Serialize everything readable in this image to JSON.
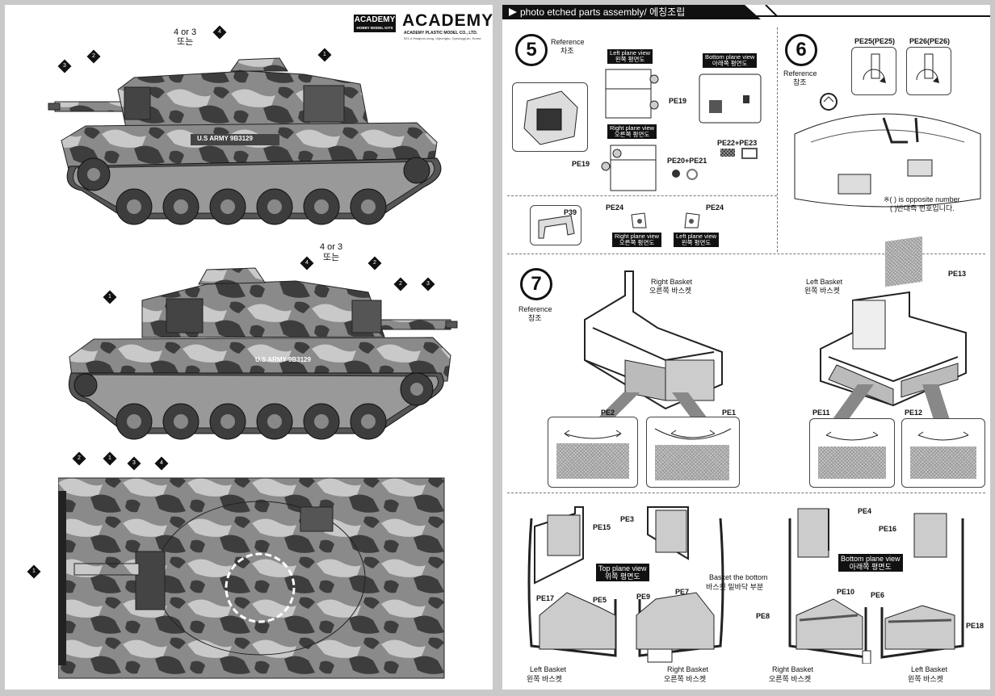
{
  "brand": {
    "logo_text": "ACADEMY",
    "logo_sub": "HOBBY MODEL KITS",
    "wordmark": "ACADEMY",
    "company": "ACADEMY PLASTIC MODEL CO., LTD.",
    "address": "521-4 Hwajeon-dong, Uijeongbu, Gyeonggi-do, Korea"
  },
  "left_page": {
    "callout_4_or_3_top": "4 or 3",
    "callout_ttoneun_top": "또는",
    "callout_4_or_3_mid": "4 or 3",
    "callout_ttoneun_mid": "또는",
    "hull_marking_top": "U.S ARMY   9B3129",
    "hull_marking_mid": "U.S ARMY   9B3129",
    "callouts": [
      "1",
      "2",
      "3",
      "4"
    ]
  },
  "right_page": {
    "header_title": "photo etched parts assembly/ 에칭조립",
    "reference": "Reference",
    "reference_kr_a": "차조",
    "reference_kr_b": "참조",
    "step5": {
      "number": "5",
      "left_view_en": "Left plane view",
      "left_view_kr": "왼쪽 평면도",
      "bottom_view_en": "Bottom plane view",
      "bottom_view_kr": "아래쪽 평면도",
      "right_view_en": "Right plane view",
      "right_view_kr": "오른쪽 평면도",
      "pe19_a": "PE19",
      "pe19_b": "PE19",
      "pe20_21": "PE20+PE21",
      "pe22_23": "PE22+PE23",
      "p39": "P39",
      "pe24_a": "PE24",
      "pe24_b": "PE24",
      "rpv2_en": "Right plane view",
      "rpv2_kr": "오른쪽 평면도",
      "lpv2_en": "Left plane view",
      "lpv2_kr": "왼쪽 평면도"
    },
    "step6": {
      "number": "6",
      "pe25": "PE25(PE25)",
      "pe26": "PE26(PE26)",
      "note_en": "※( ) is opposite number.",
      "note_kr": "( )반대측 번호입니다."
    },
    "step7": {
      "number": "7",
      "right_basket_en": "Right Basket",
      "right_basket_kr": "오른쪽 바스켓",
      "left_basket_en": "Left Basket",
      "left_basket_kr": "왼쪽 바스켓",
      "pe13": "PE13",
      "pe2": "PE2",
      "pe1": "PE1",
      "pe11": "PE11",
      "pe12": "PE12"
    },
    "bottom": {
      "pe15": "PE15",
      "pe3": "PE3",
      "pe4": "PE4",
      "pe16": "PE16",
      "top_view_en": "Top plane view",
      "top_view_kr": "위쪽 평면도",
      "bottom_view_en": "Bottom plane view",
      "bottom_view_kr": "아래쪽 평면도",
      "basket_bottom_en": "Basket the bottom",
      "basket_bottom_kr": "바스켓 밑바닥 부분",
      "pe17": "PE17",
      "pe5": "PE5",
      "pe9": "PE9",
      "pe7": "PE7",
      "pe10": "PE10",
      "pe6": "PE6",
      "pe8": "PE8",
      "pe18": "PE18",
      "left_basket_en_a": "Left Basket",
      "left_basket_kr_a": "왼쪽 바스켓",
      "right_basket_en_a": "Right Basket",
      "right_basket_kr_a": "오른쪽 바스켓",
      "right_basket_en_b": "Right Basket",
      "right_basket_kr_b": "오른쪽 바스켓",
      "left_basket_en_b": "Left Basket",
      "left_basket_kr_b": "왼쪽 바스켓"
    }
  },
  "colors": {
    "camo_light": "#c9c9c9",
    "camo_mid": "#8a8a8a",
    "camo_dark": "#3d3d3d",
    "ink": "#111111"
  }
}
